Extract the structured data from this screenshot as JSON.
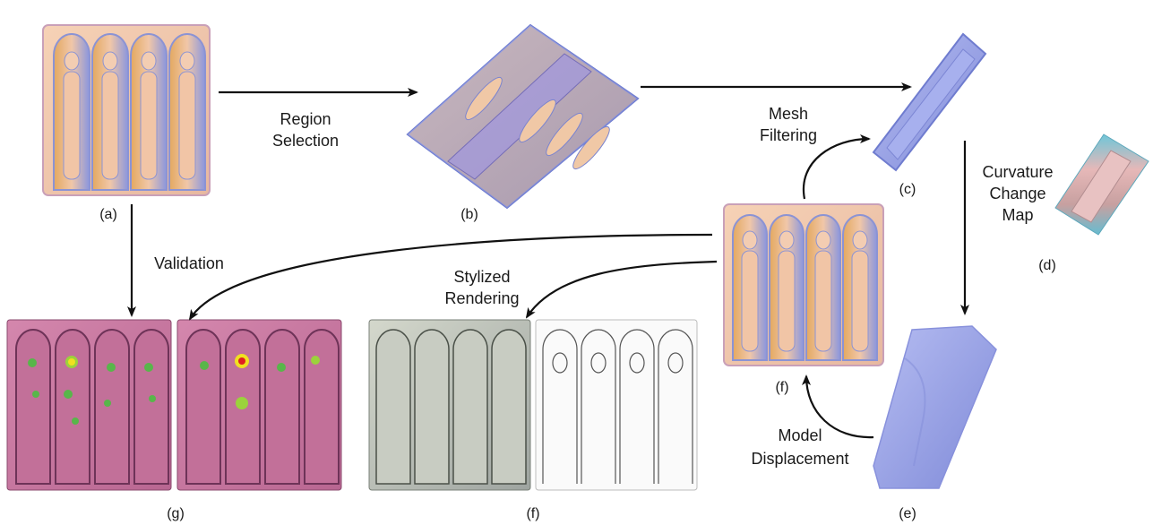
{
  "panels": {
    "a": {
      "caption": "(a)"
    },
    "b": {
      "caption": "(b)"
    },
    "c": {
      "caption": "(c)"
    },
    "d": {
      "caption": "(d)"
    },
    "e": {
      "caption": "(e)"
    },
    "f_center": {
      "caption": "(f)"
    },
    "f_bottom": {
      "caption": "(f)"
    },
    "g": {
      "caption": "(g)"
    }
  },
  "steps": {
    "region_selection": {
      "line1": "Region",
      "line2": "Selection"
    },
    "mesh_filtering": {
      "line1": "Mesh",
      "line2": "Filtering"
    },
    "curvature_change_map": {
      "line1": "Curvature",
      "line2": "Change",
      "line3": "Map"
    },
    "validation": {
      "line1": "Validation"
    },
    "stylized_rendering": {
      "line1": "Stylized",
      "line2": "Rendering"
    },
    "model_displacement": {
      "line1": "Model",
      "line2": "Displacement"
    }
  },
  "colors": {
    "relief_base": "#f2c4a6",
    "relief_shade": "#7f8fd8",
    "relief_highlight": "#e0b06a",
    "displacement": "#9ba6ee",
    "validation_panel": "#c9739e",
    "heat_green": "#58b64a",
    "heat_yellow": "#f0e020",
    "heat_red": "#e02020",
    "stylized_gray": "#b8bcb0",
    "arrow": "#111111"
  }
}
